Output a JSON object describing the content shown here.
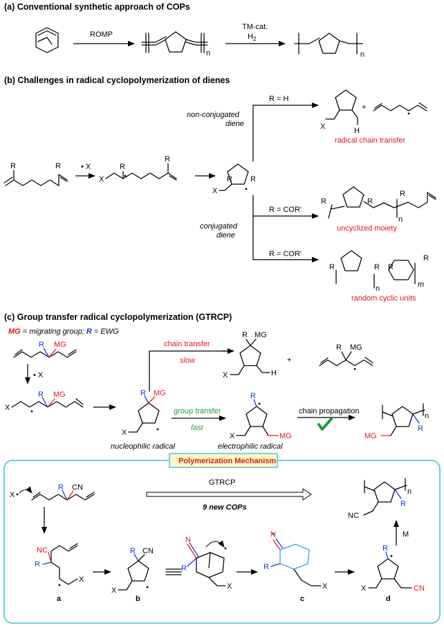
{
  "section_a": {
    "heading": "(a)  Conventional synthetic approach of COPs",
    "step1": "ROMP",
    "step2_cat": "TM-cat.",
    "step2_h2": "H",
    "step2_h2_sub": "2",
    "subscript_n": "n"
  },
  "section_b": {
    "heading": "(b) Challenges in radical cyclopolymerization of dienes",
    "radical_x": "X",
    "r_label": "R",
    "x_label": "X",
    "h_label": "H",
    "nonconj_line1": "non-conjugated",
    "nonconj_line2": "diene",
    "conj_line1": "conjugated",
    "conj_line2": "diene",
    "cond_h": "R = H",
    "cond_cor1": "R = COR'",
    "cond_cor2": "R = COR'",
    "plus": "+",
    "outcome1": "radical chain transfer",
    "outcome2": "uncyclized moiety",
    "outcome3": "random cyclic units",
    "n": "n",
    "m": "m"
  },
  "section_c": {
    "heading": "(c) Group transfer radical cyclopolymerization (GTRCP)",
    "legend_mg": "MG",
    "legend_mg_text": " = migrating group; ",
    "legend_r": "R",
    "legend_r_text": " = EWG",
    "mg": "MG",
    "r": "R",
    "x": "X",
    "h": "H",
    "chain_transfer": "chain transfer",
    "slow": "slow",
    "group_transfer": "group transfer",
    "fast": "fast",
    "chain_propagation": "chain propagation",
    "nucleophilic": "nucleophilic radical",
    "electrophilic": "electrophilic radical",
    "plus": "+",
    "n": "n"
  },
  "mechanism": {
    "title": "Polymerization Mechanism",
    "gtrcp": "GTRCP",
    "new_cops": "9 new COPs",
    "cn": "CN",
    "nc": "NC",
    "n_atom": "N",
    "r": "R",
    "x": "X",
    "m": "M",
    "n": "n",
    "label_a": "a",
    "label_b": "b",
    "label_c": "c",
    "label_d": "d"
  },
  "colors": {
    "red": "#e8141c",
    "blue": "#1432e0",
    "green": "#1f9a36",
    "cyan": "#3fc6d6",
    "highlight": "#fbf8c4"
  }
}
